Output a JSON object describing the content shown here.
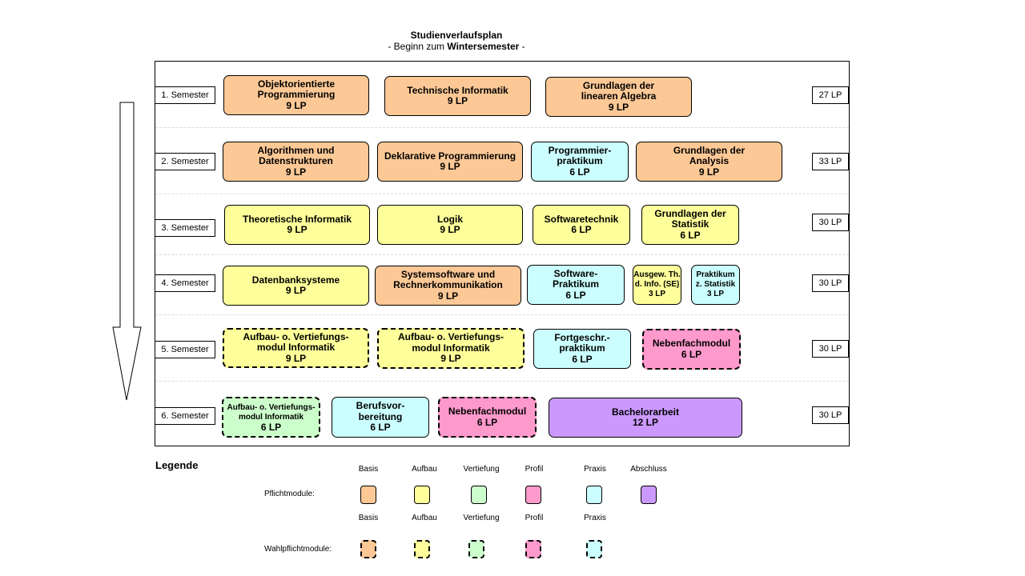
{
  "title": {
    "line1": "Studienverlaufsplan",
    "line2_pre": "- Beginn zum ",
    "line2_bold": "Wintersemester",
    "line2_post": " -"
  },
  "semesters": [
    {
      "label": "1. Semester",
      "lp": "27 LP"
    },
    {
      "label": "2. Semester",
      "lp": "33 LP"
    },
    {
      "label": "3. Semester",
      "lp": "30 LP"
    },
    {
      "label": "4. Semester",
      "lp": "30 LP"
    },
    {
      "label": "5. Semester",
      "lp": "30 LP"
    },
    {
      "label": "6. Semester",
      "lp": "30 LP"
    }
  ],
  "modules": [
    {
      "lines": [
        "Objektorientierte",
        "Programmierung",
        "9 LP"
      ],
      "category": "basis",
      "type": "pflicht"
    },
    {
      "lines": [
        "Technische Informatik",
        "9 LP"
      ],
      "category": "basis",
      "type": "pflicht"
    },
    {
      "lines": [
        "Grundlagen  der",
        "linearen Algebra",
        "9 LP"
      ],
      "category": "basis",
      "type": "pflicht"
    },
    {
      "lines": [
        "Algorithmen und",
        "Datenstrukturen",
        "9 LP"
      ],
      "category": "basis",
      "type": "pflicht"
    },
    {
      "lines": [
        "Deklarative Programmierung",
        "9 LP"
      ],
      "category": "basis",
      "type": "pflicht"
    },
    {
      "lines": [
        "Programmier-",
        "praktikum",
        "6 LP"
      ],
      "category": "praxis",
      "type": "pflicht"
    },
    {
      "lines": [
        "Grundlagen  der",
        "Analysis",
        "9 LP"
      ],
      "category": "basis",
      "type": "pflicht"
    },
    {
      "lines": [
        "Theoretische Informatik",
        "9 LP"
      ],
      "category": "aufbau",
      "type": "pflicht"
    },
    {
      "lines": [
        "Logik",
        "9 LP"
      ],
      "category": "aufbau",
      "type": "pflicht"
    },
    {
      "lines": [
        "Softwaretechnik",
        "6 LP"
      ],
      "category": "aufbau",
      "type": "pflicht"
    },
    {
      "lines": [
        "Grundlagen  der",
        "Statistik",
        "6 LP"
      ],
      "category": "aufbau",
      "type": "pflicht"
    },
    {
      "lines": [
        "Datenbanksysteme",
        "9 LP"
      ],
      "category": "aufbau",
      "type": "pflicht"
    },
    {
      "lines": [
        "Systemsoftware und",
        "Rechnerkommunikation",
        "9 LP"
      ],
      "category": "basis",
      "type": "pflicht"
    },
    {
      "lines": [
        "Software-",
        "Praktikum",
        "6 LP"
      ],
      "category": "praxis",
      "type": "pflicht"
    },
    {
      "lines": [
        "Ausgew. Th.",
        "d. Info. (SE)",
        "3 LP"
      ],
      "category": "aufbau",
      "type": "pflicht"
    },
    {
      "lines": [
        "Praktikum",
        "z. Statistik",
        "3 LP"
      ],
      "category": "praxis",
      "type": "pflicht"
    },
    {
      "lines": [
        "Aufbau-  o. Vertiefungs-",
        "modul Informatik",
        "9 LP"
      ],
      "category": "aufbau",
      "type": "wahlpflicht"
    },
    {
      "lines": [
        "Aufbau-  o. Vertiefungs-",
        "modul Informatik",
        "9 LP"
      ],
      "category": "aufbau",
      "type": "wahlpflicht"
    },
    {
      "lines": [
        "Fortgeschr.-",
        "praktikum",
        "6 LP"
      ],
      "category": "praxis",
      "type": "pflicht"
    },
    {
      "lines": [
        "Nebenfachmodul",
        "6 LP"
      ],
      "category": "profil",
      "type": "wahlpflicht"
    },
    {
      "lines": [
        "Aufbau- o. Vertiefungs-",
        "modul Informatik",
        "6 LP"
      ],
      "category": "vertiefung",
      "type": "wahlpflicht"
    },
    {
      "lines": [
        "Berufsvor-",
        "bereitung",
        "6 LP"
      ],
      "category": "praxis",
      "type": "pflicht"
    },
    {
      "lines": [
        "Nebenfachmodul",
        "6 LP"
      ],
      "category": "profil",
      "type": "wahlpflicht"
    },
    {
      "lines": [
        "Bachelorarbeit",
        "12 LP"
      ],
      "category": "abschluss",
      "type": "pflicht"
    }
  ],
  "legend": {
    "title": "Legende",
    "pflicht_label": "Pflichtmodule:",
    "wahlpflicht_label": "Wahlpflichtmodule:",
    "pflicht_items": [
      "Basis",
      "Aufbau",
      "Vertiefung",
      "Profil",
      "Praxis",
      "Abschluss"
    ],
    "wahlpflicht_items": [
      "Basis",
      "Aufbau",
      "Vertiefung",
      "Profil",
      "Praxis"
    ]
  },
  "colors": {
    "basis": "#fcc896",
    "aufbau": "#fefe9a",
    "vertiefung": "#ccfecc",
    "profil": "#fd99cb",
    "praxis": "#cbfefe",
    "abschluss": "#cb99fe"
  },
  "icons": {
    "time_arrow": "down-arrow-icon"
  }
}
